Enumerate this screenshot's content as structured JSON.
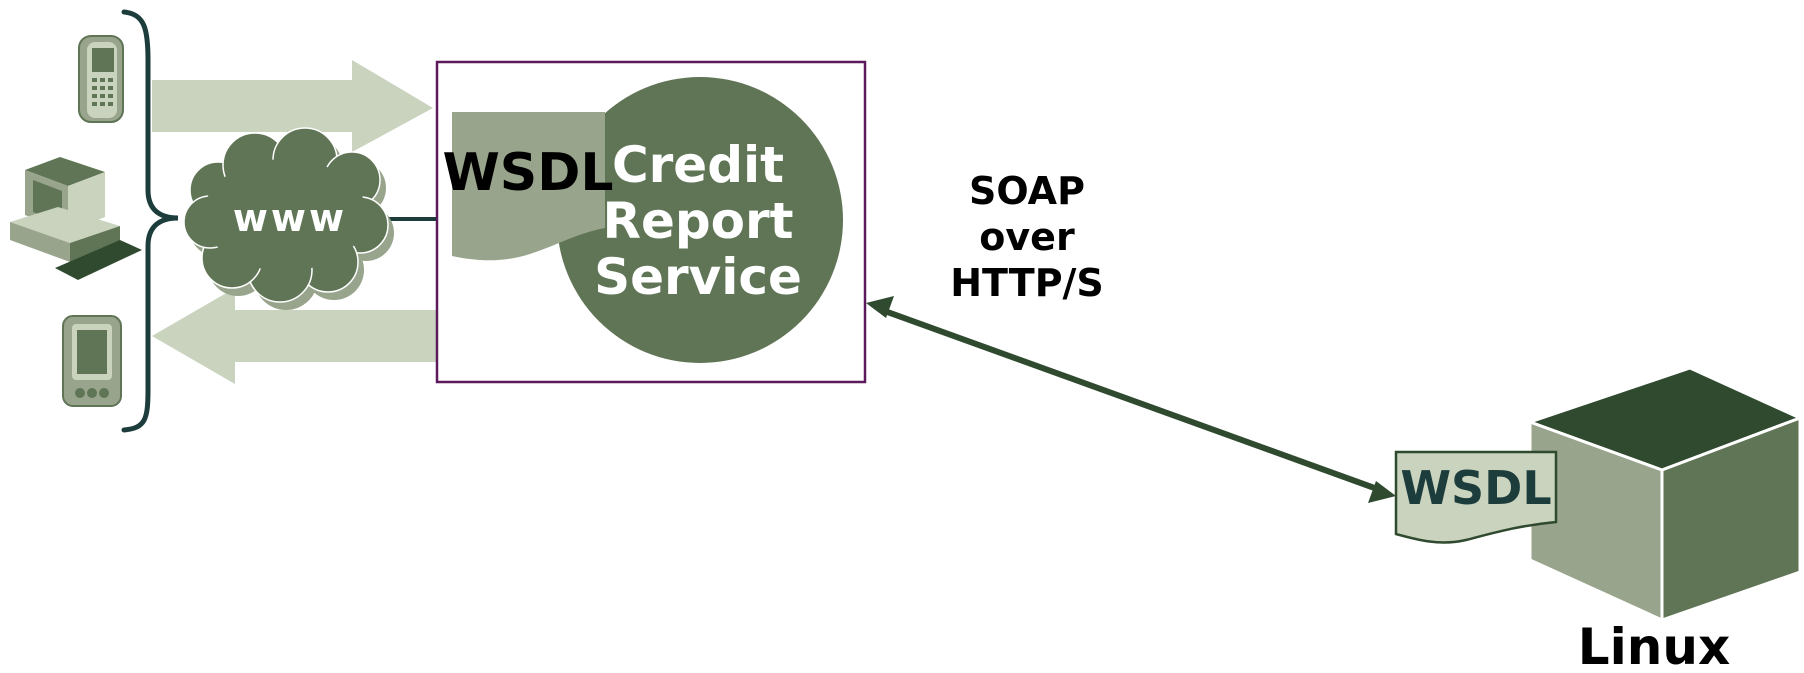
{
  "diagram": {
    "cloud_label": "www",
    "service": {
      "wsdl_label": "WSDL",
      "name_lines": [
        "Credit",
        "Report",
        "Service"
      ]
    },
    "protocol_lines": [
      "SOAP",
      "over",
      "HTTP/S"
    ],
    "server": {
      "wsdl_label": "WSDL",
      "name": "Linux"
    },
    "colors": {
      "dark_green": "#5f7556",
      "mid_green": "#98a48b",
      "light_green": "#c9d3be",
      "darkest_green": "#2f4a2f",
      "frame_purple": "#5c1a5c",
      "brace_teal": "#1d3d3d"
    }
  }
}
